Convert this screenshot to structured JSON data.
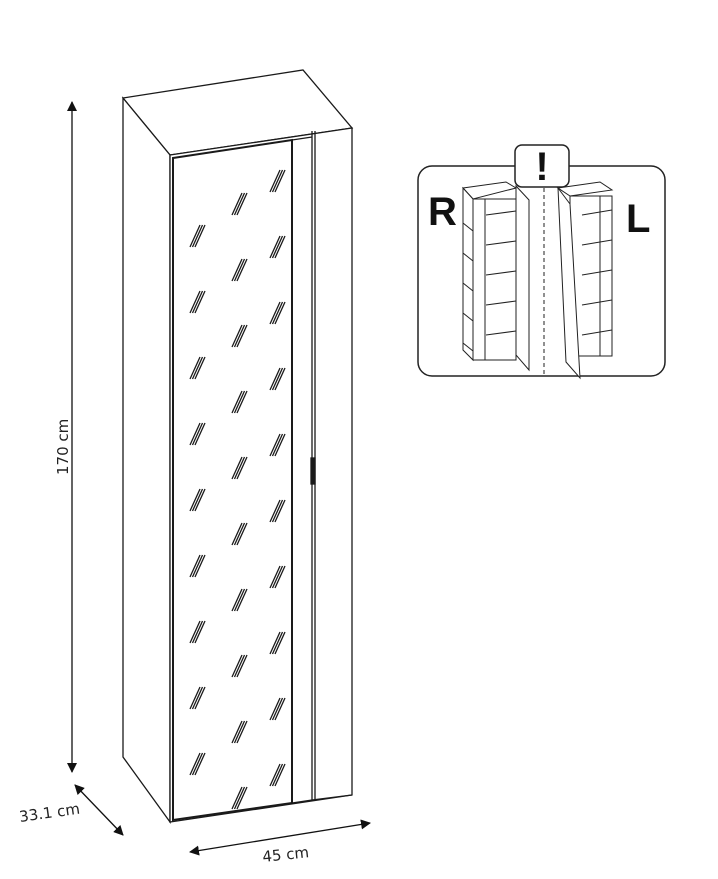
{
  "dimensions": {
    "height": "170 cm",
    "depth": "33.1 cm",
    "width": "45 cm"
  },
  "orientation_inset": {
    "warning_mark": "!",
    "right_label": "R",
    "left_label": "L"
  },
  "colors": {
    "line": "#1a1a1a",
    "background": "#ffffff"
  }
}
